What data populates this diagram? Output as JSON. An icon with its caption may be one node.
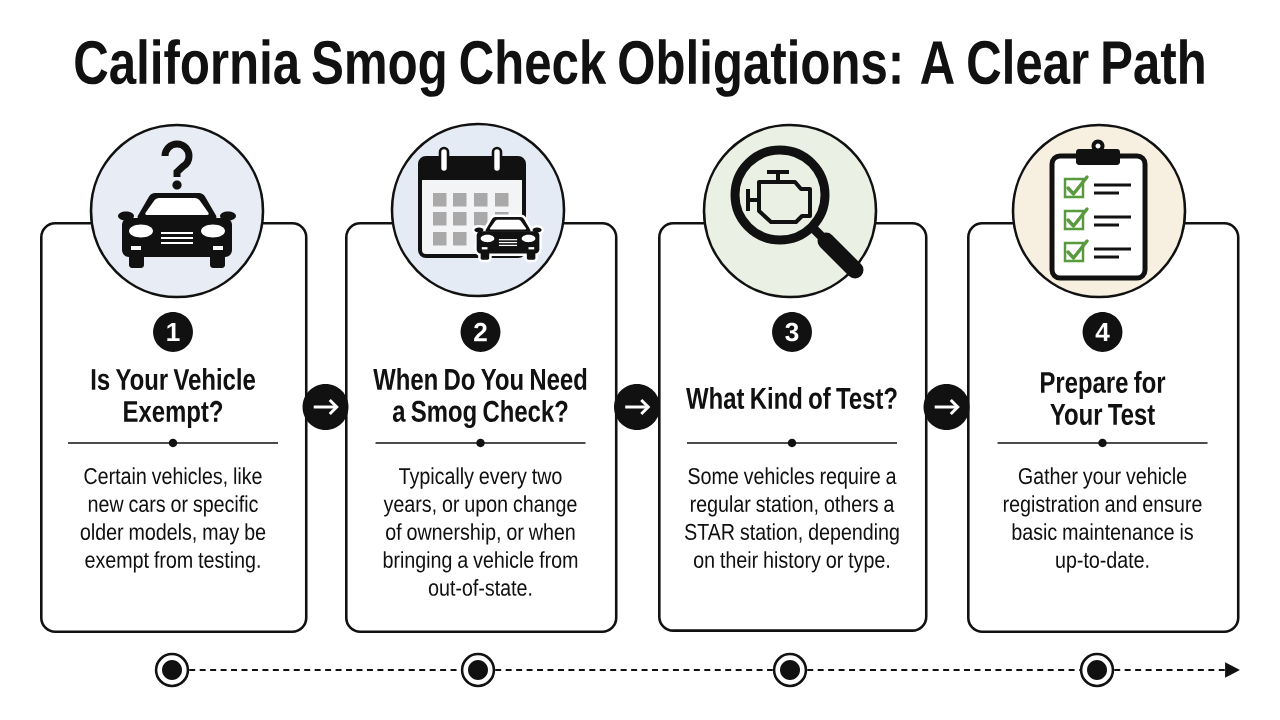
{
  "diagram": {
    "title": "California Smog Check Obligations: A Clear Path",
    "nodes": [
      {
        "text": [
          "Is Your Vehicle Exempt?",
          "Certain vehicles, like new cars or specific older models, may be exempt from testing."
        ]
      },
      {
        "text": [
          "1"
        ],
        "in": 0
      },
      {
        "text": [
          "When Do You Need a Smog Check?",
          "Typically every two years, or upon change of ownership, or when bringing a vehicle from out-of-state."
        ]
      },
      {
        "text": [
          "2"
        ],
        "in": 2
      },
      {
        "text": [
          "What Kind of Test?",
          "Some vehicles require a regular station, others a STAR station, depending on their history or type."
        ]
      },
      {
        "text": [
          "3"
        ],
        "in": 4
      },
      {
        "text": [
          "Prepare for Your Test",
          "Gather your vehicle registration and ensure basic maintenance is up-to-date."
        ]
      },
      {
        "text": [
          "4"
        ],
        "in": 6
      },
      {
        "text": [],
        "shape": "circle"
      },
      {
        "text": [],
        "shape": "circle"
      },
      {
        "text": [],
        "shape": "circle"
      },
      {
        "text": [],
        "shape": "circle"
      }
    ],
    "edges": [
      {
        "from": 0,
        "to": 2,
        "arrow": "to",
        "color": "#ffffff"
      },
      {
        "from": 2,
        "to": 4,
        "arrow": "to",
        "color": "#ffffff"
      },
      {
        "from": 4,
        "to": 6,
        "arrow": "to",
        "color": "#ffffff"
      },
      {
        "from": 8,
        "to": 9,
        "arrow": "none",
        "style": "dashed"
      },
      {
        "from": 9,
        "to": 10,
        "arrow": "none",
        "style": "dashed"
      },
      {
        "from": 10,
        "to": 11,
        "arrow": "none",
        "style": "dashed"
      },
      {
        "from": 11,
        "to": null,
        "arrow": "to",
        "style": "dashed"
      }
    ]
  }
}
